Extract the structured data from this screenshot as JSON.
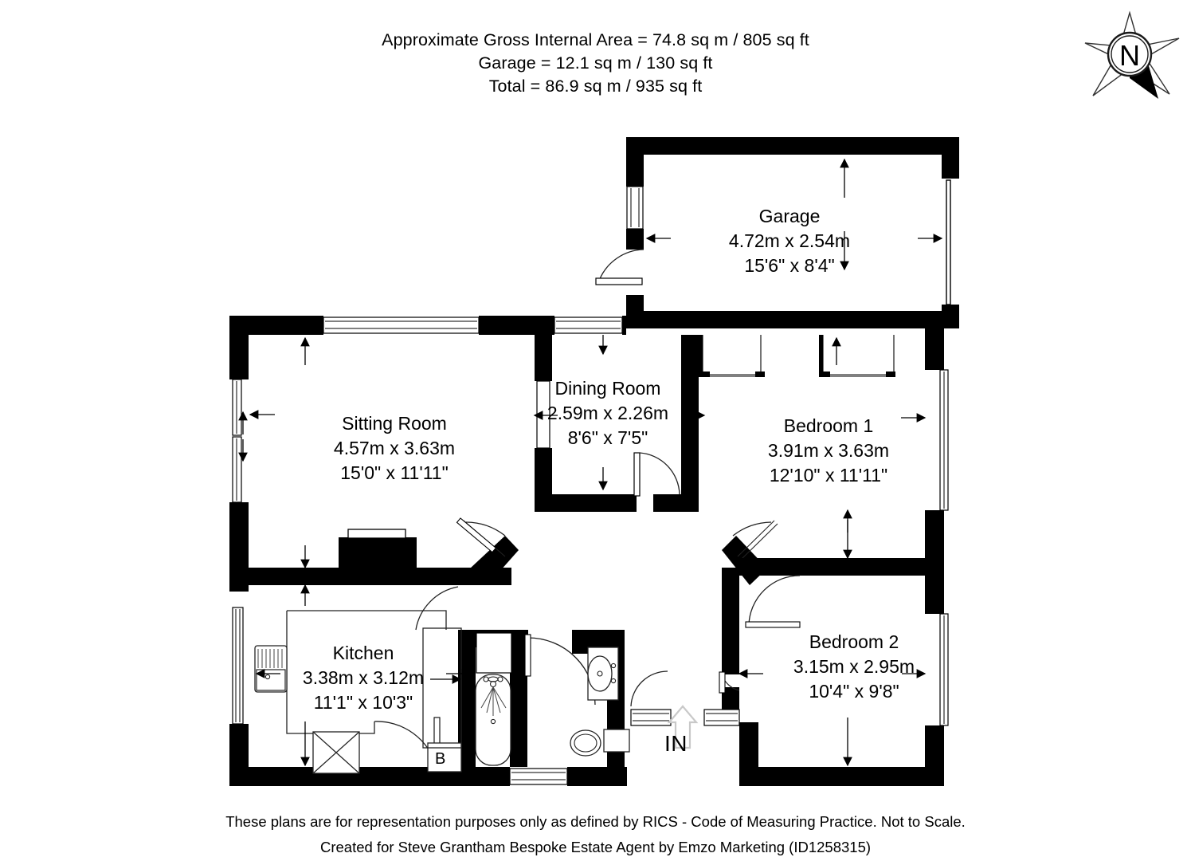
{
  "document": {
    "type": "floor-plan",
    "header": {
      "lines": [
        "Approximate Gross Internal Area = 74.8 sq m / 805 sq ft",
        "Garage = 12.1 sq m / 130 sq ft",
        "Total = 86.9 sq m / 935 sq ft"
      ],
      "gross_internal_area_sqm": "74.8",
      "gross_internal_area_sqft": "805",
      "garage_area_sqm": "12.1",
      "garage_area_sqft": "130",
      "total_area_sqm": "86.9",
      "total_area_sqft": "935"
    },
    "footer": {
      "lines": [
        "These plans are for representation purposes only as defined by RICS - Code of Measuring Practice. Not to Scale.",
        "Created for Steve Grantham Bespoke Estate Agent by Emzo Marketing (ID1258315)"
      ],
      "disclaimer": "These plans are for representation purposes only as defined by RICS - Code of Measuring Practice. Not to Scale.",
      "credit": "Created for Steve Grantham Bespoke Estate Agent by Emzo Marketing (ID1258315)"
    },
    "compass": {
      "label": "N",
      "style": "four-point-star-with-circled-N"
    },
    "markers": {
      "entrance": "IN",
      "boiler_cupboard": "B"
    },
    "colors": {
      "wall": "#000000",
      "background": "#ffffff",
      "line": "#000000",
      "arrow_light": "#cfcfcf"
    }
  },
  "rooms": [
    {
      "id": "garage",
      "name": "Garage",
      "metric": "4.72m x 2.54m",
      "imperial": "15'6\" x 8'4\"",
      "width_m": "4.72",
      "depth_m": "2.54"
    },
    {
      "id": "sitting-room",
      "name": "Sitting Room",
      "metric": "4.57m x 3.63m",
      "imperial": "15'0\" x 11'11\"",
      "width_m": "4.57",
      "depth_m": "3.63"
    },
    {
      "id": "dining-room",
      "name": "Dining Room",
      "metric": "2.59m x 2.26m",
      "imperial": "8'6\" x 7'5\"",
      "width_m": "2.59",
      "depth_m": "2.26"
    },
    {
      "id": "bedroom-1",
      "name": "Bedroom 1",
      "metric": "3.91m x 3.63m",
      "imperial": "12'10\" x 11'11\"",
      "width_m": "3.91",
      "depth_m": "3.63"
    },
    {
      "id": "kitchen",
      "name": "Kitchen",
      "metric": "3.38m x 3.12m",
      "imperial": "11'1\" x 10'3\"",
      "width_m": "3.38",
      "depth_m": "3.12"
    },
    {
      "id": "bedroom-2",
      "name": "Bedroom 2",
      "metric": "3.15m x 2.95m",
      "imperial": "10'4\" x 9'8\"",
      "width_m": "3.15",
      "depth_m": "2.95"
    }
  ],
  "fixtures": [
    {
      "id": "kitchen-sink",
      "name": "sink-with-drainer"
    },
    {
      "id": "kitchen-appliance",
      "name": "appliance-crossed-box"
    },
    {
      "id": "bath",
      "name": "bath-with-shower"
    },
    {
      "id": "wash-basin",
      "name": "wash-basin"
    },
    {
      "id": "toilet",
      "name": "wc-toilet"
    },
    {
      "id": "wardrobe-1",
      "name": "built-in-wardrobe"
    },
    {
      "id": "wardrobe-2",
      "name": "built-in-wardrobe"
    },
    {
      "id": "fireplace",
      "name": "fireplace-hearth"
    }
  ]
}
